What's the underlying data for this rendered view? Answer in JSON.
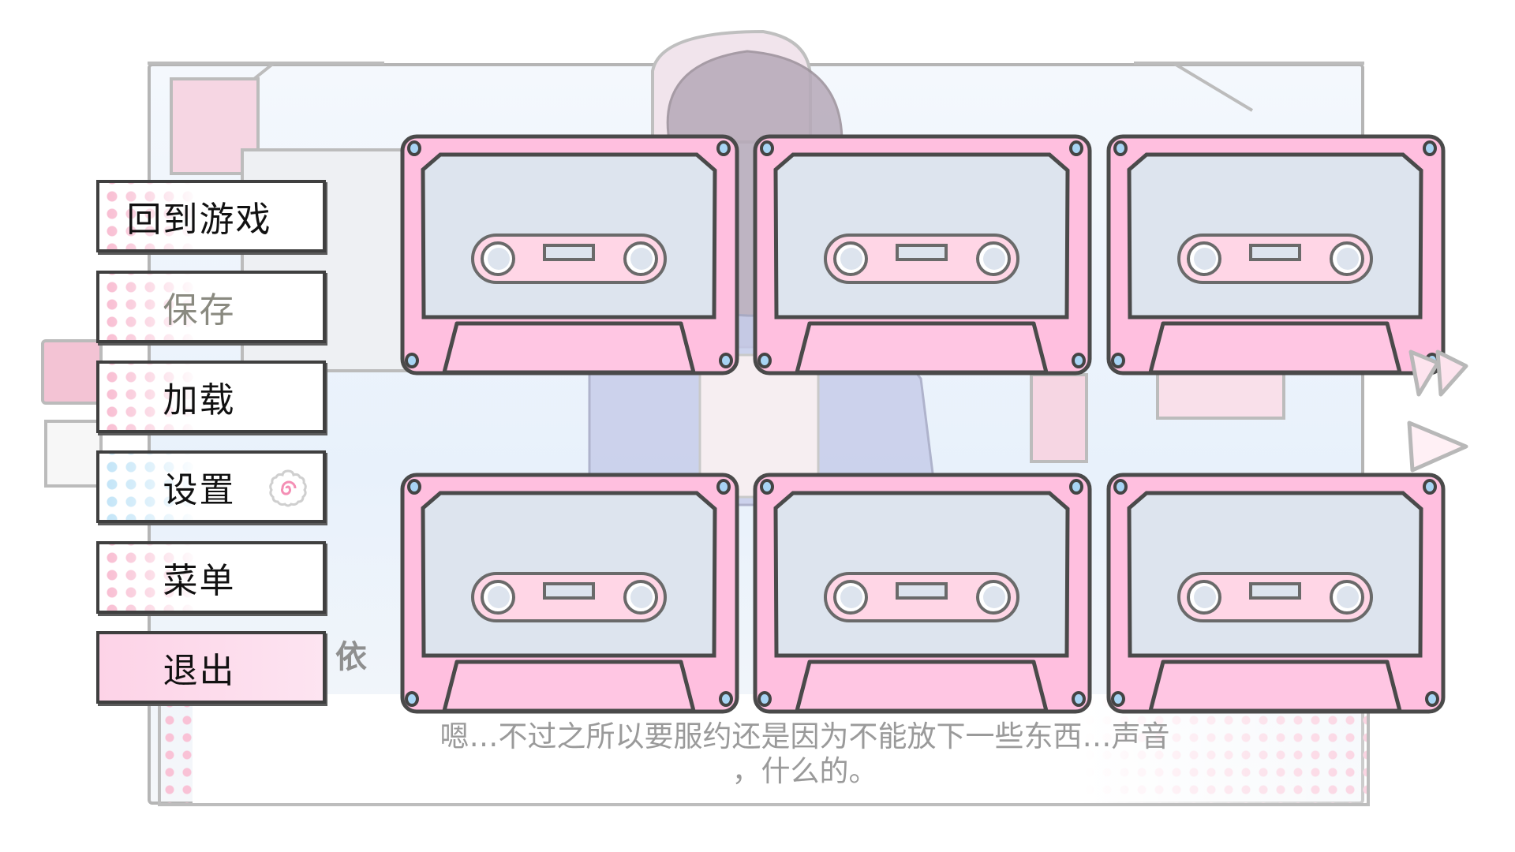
{
  "menu": {
    "items": [
      {
        "label": "回到游戏",
        "state": "normal"
      },
      {
        "label": "保存",
        "state": "disabled"
      },
      {
        "label": "加载",
        "state": "normal"
      },
      {
        "label": "设置",
        "state": "normal"
      },
      {
        "label": "菜单",
        "state": "normal"
      },
      {
        "label": "退出",
        "state": "selected"
      }
    ]
  },
  "dialogue": {
    "speaker": "依",
    "line1": "嗯…不过之所以要服约还是因为不能放下一些东西…声音",
    "line2": "，什么的。"
  },
  "save_slots": {
    "count": 6,
    "icon": "cassette-tape-icon"
  },
  "colors": {
    "cassette_body": "#ffbfdf",
    "cassette_window": "#dde4ee",
    "outline": "#4a4a4a",
    "screw": "#a8d4f4",
    "exit_highlight": "#fdd3e7"
  }
}
